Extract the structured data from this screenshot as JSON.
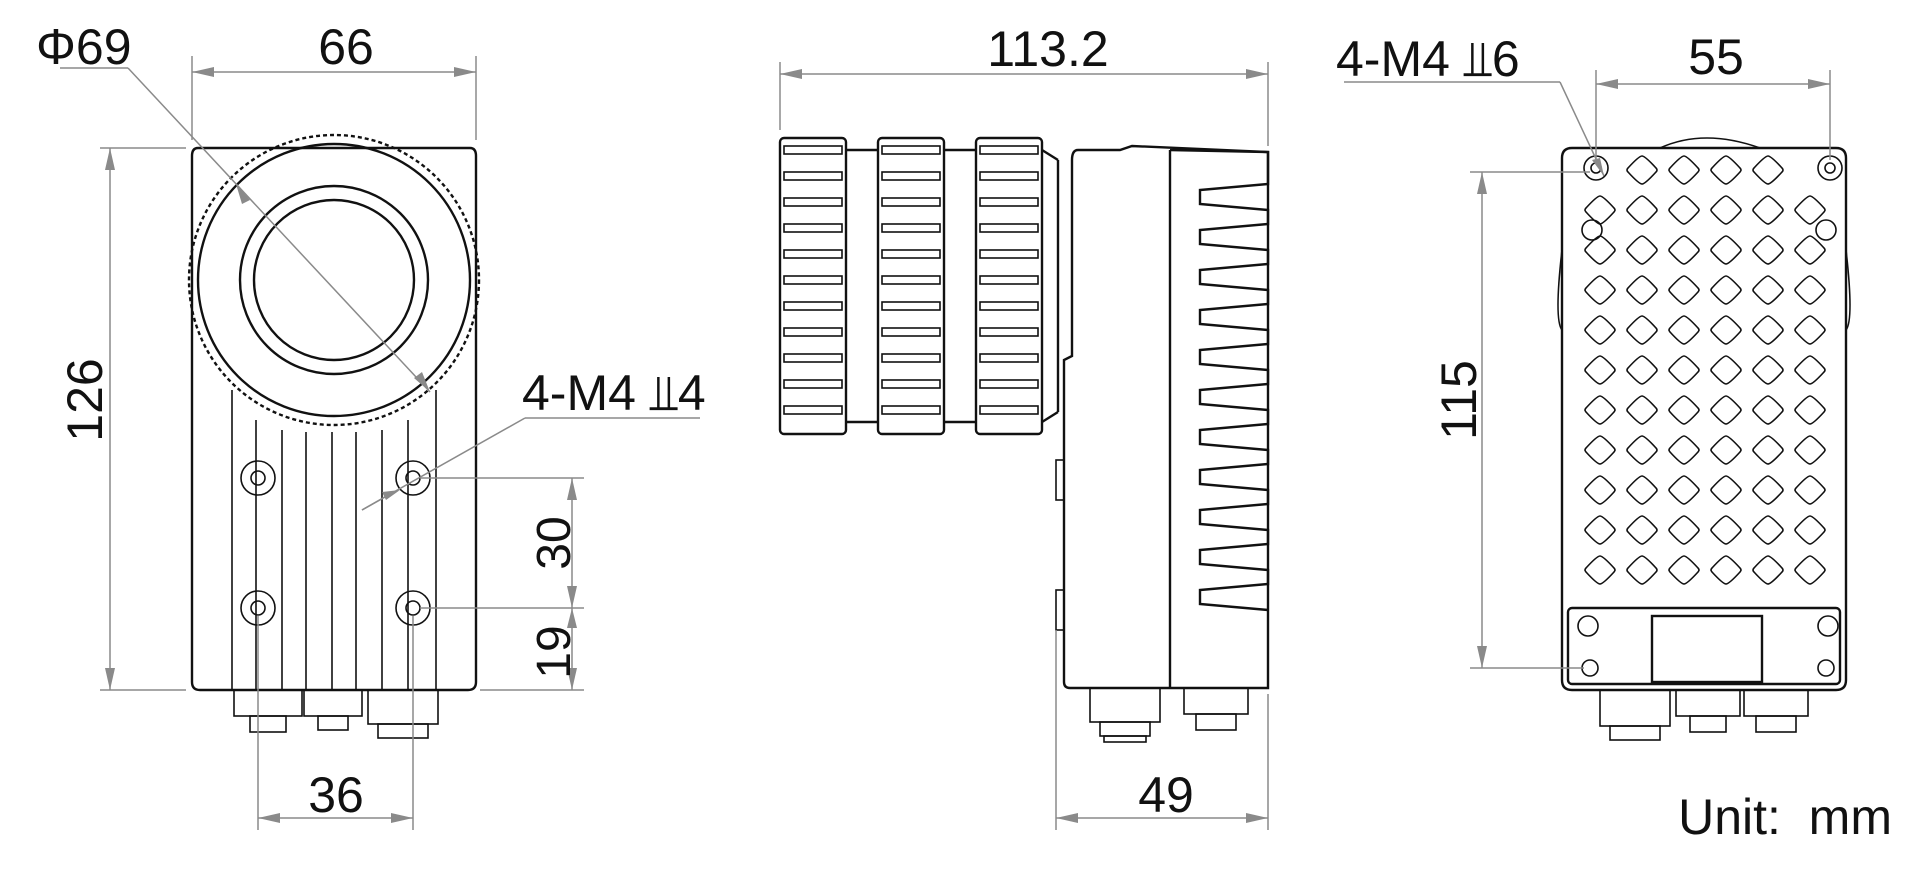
{
  "front_view": {
    "diameter_label": "Φ69",
    "width_label": "66",
    "height_label": "126",
    "thread_label": "4-M4 ⫫4",
    "spacing_vertical_label": "30",
    "bottom_offset_label": "19",
    "hole_spacing_label": "36"
  },
  "side_view": {
    "length_label": "113.2",
    "depth_label": "49"
  },
  "back_view": {
    "thread_label": "4-M4 ⫫6",
    "width_label": "55",
    "height_label": "115"
  },
  "unit_label": "Unit:  mm",
  "colors": {
    "line": "#111111",
    "dimension": "#8a8a8a",
    "background": "#ffffff"
  }
}
